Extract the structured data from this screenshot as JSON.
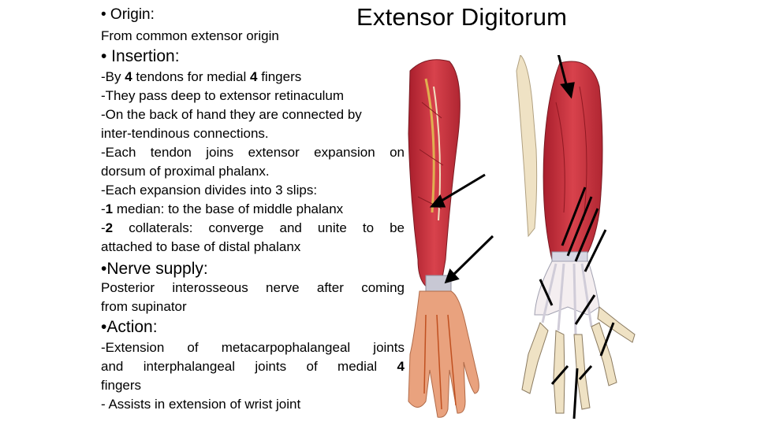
{
  "title": "Extensor Digitorum",
  "origin": {
    "heading": "• Origin:",
    "text": "From common extensor origin"
  },
  "insertion": {
    "heading": "• Insertion:",
    "lines": [
      {
        "pre": "-By ",
        "num": "4",
        "mid": " tendons for medial ",
        "num2": "4",
        "post": " fingers"
      },
      {
        "text": "-They pass deep to extensor retinaculum"
      },
      {
        "text": "-On the back of hand they are connected by"
      },
      {
        "text": "inter-tendinous connections."
      },
      {
        "text": "-Each tendon joins extensor expansion on"
      },
      {
        "text": "dorsum of proximal phalanx."
      },
      {
        "text": "-Each expansion divides into 3 slips:"
      },
      {
        "pre": "-",
        "num": "1",
        "post": " median: to the base of middle phalanx"
      },
      {
        "pre": "-",
        "num": "2",
        "post": " collaterals: converge and unite to be"
      },
      {
        "text": "attached to base of distal phalanx"
      }
    ]
  },
  "nerve": {
    "heading": "•Nerve supply:",
    "lines": [
      "Posterior interosseous nerve after coming",
      "from supinator"
    ]
  },
  "action": {
    "heading": "•Action:",
    "lines": [
      {
        "text": "-Extension of metacarpophalangeal joints"
      },
      {
        "pre": "and interphalangeal joints of medial ",
        "num": "4"
      },
      {
        "text": "fingers"
      },
      {
        "text": "- Assists in extension of wrist joint"
      }
    ]
  },
  "colors": {
    "muscle": "#c8323c",
    "tendon": "#e8e4ea",
    "skin": "#e9a27e",
    "bone": "#efe2c4"
  },
  "figure": {
    "name": "forearm-anatomy-illustration"
  }
}
